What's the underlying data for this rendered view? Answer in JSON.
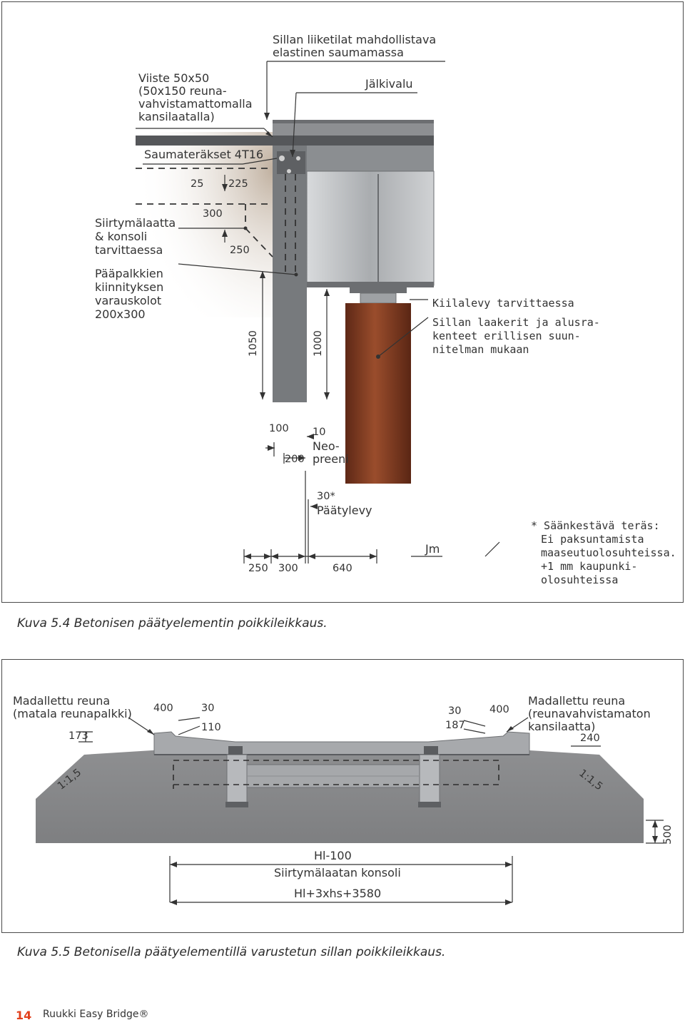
{
  "figure1": {
    "labels": {
      "sillan_liiketilat": [
        "Sillan liiketilat mahdollistava",
        "elastinen saumamassa"
      ],
      "jalkivalu": "Jälkivalu",
      "viiste": [
        "Viiste 50x50",
        "(50x150 reuna-",
        "vahvistamattomalla",
        "kansilaatalla)"
      ],
      "saumaterakset": "Saumateräkset 4T16",
      "siirtymalaatta": [
        "Siirtymälaatta",
        "& konsoli",
        "tarvittaessa"
      ],
      "paapalkkien": [
        "Pääpalkkien",
        "kiinnityksen",
        "varauskolot",
        "200x300"
      ],
      "kiilalevy": "Kiilalevy tarvittaessa",
      "laakerit": [
        "Sillan laakerit ja alusra-",
        "kenteet erillisen suun-",
        "nitelman mukaan"
      ],
      "neopreeni": [
        "Neo-",
        "preeni"
      ],
      "paatylevy": "Päätylevy",
      "jm": "Jm",
      "note": [
        "* Säänkestävä teräs:",
        "Ei paksuntamista",
        "maaseutuolosuhteissa.",
        "+1 mm kaupunki-",
        "olosuhteissa"
      ]
    },
    "dims": {
      "d25": "25",
      "d225": "225",
      "d300": "300",
      "d250": "250",
      "d1050": "1050",
      "d1000": "1000",
      "d100": "100",
      "d10": "10",
      "d200": "200",
      "d30star": "30*",
      "b250": "250",
      "b300": "300",
      "b640": "640"
    },
    "caption": "Kuva 5.4 Betonisen päätyelementin poikkileikkaus."
  },
  "figure2": {
    "labels": {
      "left_reuna": [
        "Madallettu reuna",
        "(matala reunapalkki)"
      ],
      "right_reuna": [
        "Madallettu reuna",
        "(reunavahvistamaton",
        "kansilaatta)"
      ],
      "hl100": "Hl-100",
      "siirtymalaatan": "Siirtymälaatan konsoli",
      "formula": "Hl+3xhs+3580"
    },
    "dims": {
      "l400": "400",
      "l30": "30",
      "l110": "110",
      "l173": "173",
      "r30": "30",
      "r400": "400",
      "r187": "187",
      "r240": "240",
      "slope_left": "1:1,5",
      "slope_right": "1:1,5",
      "d500": "500"
    },
    "caption": "Kuva 5.5 Betonisella päätyelementillä varustetun sillan poikkileikkaus."
  },
  "footer": {
    "page_number": "14",
    "title": "Ruukki Easy Bridge®"
  },
  "colors": {
    "concrete": "#8a8b8d",
    "beam_steel": "#b8babd",
    "column": "#7a3a22",
    "accent": "#e2401c"
  }
}
